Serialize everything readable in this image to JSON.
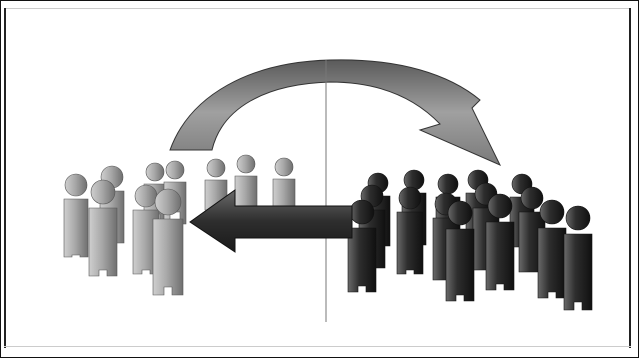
{
  "colors": {
    "background": "#ffffff",
    "frame": "#111111",
    "left_group": "#9a9a9a",
    "right_group": "#2a2a2a",
    "curved_arrow": "#8c8c8c",
    "straight_arrow": "#3a3a3a"
  },
  "scene": {
    "top_arrow_direction": "left-to-right",
    "bottom_arrow_direction": "right-to-left",
    "left_group_tone": "light-gray",
    "right_group_tone": "dark-gray"
  }
}
